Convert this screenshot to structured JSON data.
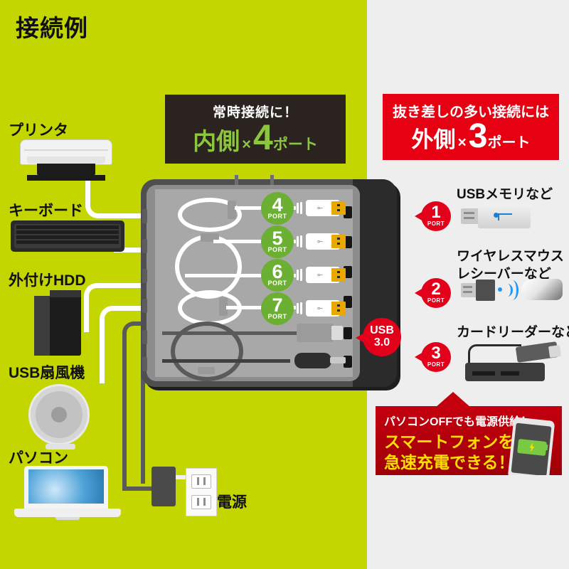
{
  "title": "接続例",
  "colors": {
    "background_green": "#c4d600",
    "panel_gray": "#eeeeee",
    "banner_black": "#2a2320",
    "accent_green": "#8cc63f",
    "badge_green": "#6cb033",
    "accent_red": "#e60012",
    "badge_red": "#e2001a",
    "promo_yellow": "#ffe000",
    "cable_white": "#ffffff",
    "cable_dark": "#5a5a5a"
  },
  "banner_inner": {
    "line1": "常時接続に！",
    "word": "内側",
    "times": "×",
    "count": "4",
    "unit": "ポート"
  },
  "banner_outer": {
    "line1": "抜き差しの多い接続には",
    "word": "外側",
    "times": "×",
    "count": "3",
    "unit": "ポート"
  },
  "left_devices": [
    {
      "label": "プリンタ",
      "name": "printer"
    },
    {
      "label": "キーボード",
      "name": "keyboard"
    },
    {
      "label": "外付けHDD",
      "name": "external-hdd"
    },
    {
      "label": "USB扇風機",
      "name": "usb-fan"
    },
    {
      "label": "パソコン",
      "name": "laptop-pc"
    }
  ],
  "power_label": "電源",
  "inner_ports": [
    {
      "number": "4",
      "unit": "PORT"
    },
    {
      "number": "5",
      "unit": "PORT"
    },
    {
      "number": "6",
      "unit": "PORT"
    },
    {
      "number": "7",
      "unit": "PORT"
    }
  ],
  "usb3_badge": {
    "line1": "USB",
    "line2": "3.0"
  },
  "outer_ports": [
    {
      "number": "1",
      "unit": "PORT",
      "label": "USBメモリなど"
    },
    {
      "number": "2",
      "unit": "PORT",
      "label_line1": "ワイヤレスマウス",
      "label_line2": "レシーバーなど"
    },
    {
      "number": "3",
      "unit": "PORT",
      "label": "カードリーダーなど"
    }
  ],
  "promo": {
    "line1": "パソコンOFFでも電源供給！",
    "line2": "スマートフォンを",
    "line3": "急速充電できる！"
  },
  "usb_glyph": "⟜"
}
